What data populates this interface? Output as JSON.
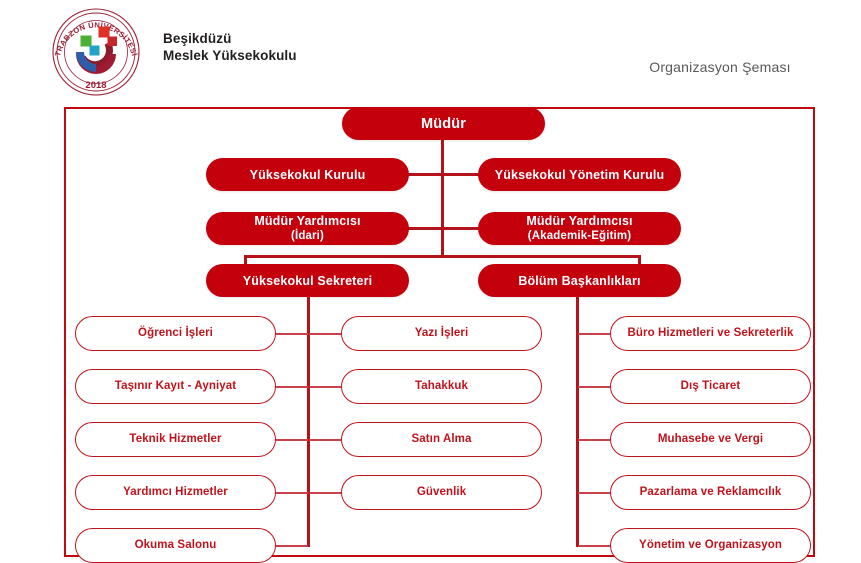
{
  "header": {
    "logo_name": "trabzon-universitesi-logo",
    "logo_ring_text": "TRABZON ÜNİVERSİTESİ",
    "logo_year": "2018",
    "org_name_line1": "Beşikdüzü",
    "org_name_line2": "Meslek Yüksekokulu",
    "document_title": "Organizasyon Şeması"
  },
  "colors": {
    "primary_red": "#C3000C",
    "frame_red": "#C10A10",
    "outline_red": "#C1131B",
    "line_red": "#B5121B",
    "line_red_light": "#C9404A",
    "text_dark": "#231f20",
    "title_gray": "#595959",
    "white": "#ffffff"
  },
  "chart_data": {
    "type": "diagram",
    "title": "Organizasyon Şeması",
    "nodes": [
      {
        "id": "mudur",
        "label": "Müdür",
        "style": "solid",
        "level": 0
      },
      {
        "id": "yuksekokul-kurulu",
        "label": "Yüksekokul Kurulu",
        "style": "solid",
        "level": 1
      },
      {
        "id": "yuksekokul-yonetim-kurulu",
        "label": "Yüksekokul Yönetim Kurulu",
        "style": "solid",
        "level": 1
      },
      {
        "id": "mudur-yardimcisi-idari",
        "label": "Müdür Yardımcısı",
        "sublabel": "(İdari)",
        "style": "solid",
        "level": 2
      },
      {
        "id": "mudur-yardimcisi-akademik",
        "label": "Müdür Yardımcısı",
        "sublabel": "(Akademik-Eğitim)",
        "style": "solid",
        "level": 2
      },
      {
        "id": "yuksekokul-sekreteri",
        "label": "Yüksekokul Sekreteri",
        "style": "solid",
        "level": 3
      },
      {
        "id": "bolum-baskanliklari",
        "label": "Bölüm Başkanlıkları",
        "style": "solid",
        "level": 3
      }
    ],
    "columns": [
      {
        "id": "col-sekreterlik-left",
        "parent": "yuksekokul-sekreteri",
        "items": [
          "Öğrenci İşleri",
          "Taşınır Kayıt - Ayniyat",
          "Teknik Hizmetler",
          "Yardımcı Hizmetler",
          "Okuma Salonu"
        ]
      },
      {
        "id": "col-sekreterlik-middle",
        "parent": "yuksekokul-sekreteri",
        "items": [
          "Yazı İşleri",
          "Tahakkuk",
          "Satın Alma",
          "Güvenlik"
        ]
      },
      {
        "id": "col-bolumler",
        "parent": "bolum-baskanliklari",
        "items": [
          "Büro Hizmetleri ve Sekreterlik",
          "Dış Ticaret",
          "Muhasebe ve Vergi",
          "Pazarlama ve Reklamcılık",
          "Yönetim ve Organizasyon"
        ]
      }
    ],
    "edges": [
      {
        "from": "mudur",
        "to": "yuksekokul-kurulu"
      },
      {
        "from": "mudur",
        "to": "yuksekokul-yonetim-kurulu"
      },
      {
        "from": "mudur",
        "to": "mudur-yardimcisi-idari"
      },
      {
        "from": "mudur",
        "to": "mudur-yardimcisi-akademik"
      },
      {
        "from": "mudur",
        "to": "yuksekokul-sekreteri"
      },
      {
        "from": "mudur",
        "to": "bolum-baskanliklari"
      }
    ]
  }
}
